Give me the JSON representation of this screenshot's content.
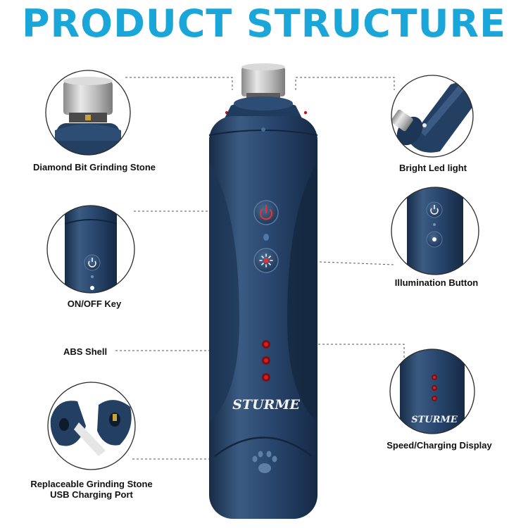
{
  "title": "PRODUCT STRUCTURE",
  "brand": "STURME",
  "labels": {
    "diamond": "Diamond Bit Grinding Stone",
    "onoff": "ON/OFF Key",
    "abs": "ABS Shell",
    "usb_line1": "Replaceable Grinding Stone",
    "usb_line2": "USB Charging Port",
    "bright": "Bright Led light",
    "illumination": "Illumination Button",
    "speed": "Speed/Charging Display"
  },
  "colors": {
    "title": "#1aa6d9",
    "body": "#233f62",
    "body_dark": "#172c47",
    "body_light": "#3b5b82",
    "led": "#c0161b",
    "leader": "#444444"
  },
  "icons": {
    "power": "power-icon",
    "light": "light-icon",
    "paw": "paw-icon"
  }
}
